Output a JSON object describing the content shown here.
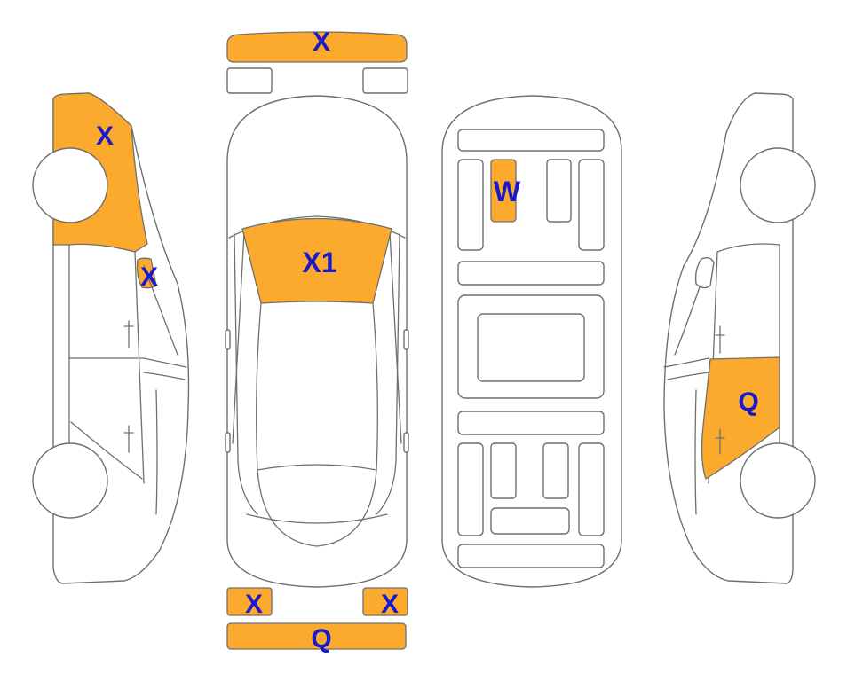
{
  "colors": {
    "damage_fill": "#FBAA2E",
    "label_color": "#1A1ACC",
    "outline": "#6F6F6F",
    "background": "#FFFFFF"
  },
  "markers": {
    "front_bumper": "X",
    "left_side_front": "X",
    "left_side_mirror": "X",
    "windshield": "X1",
    "underbody_panel": "W",
    "right_rear_door": "Q",
    "rear_light_left": "X",
    "rear_light_right": "X",
    "rear_bumper": "Q"
  }
}
